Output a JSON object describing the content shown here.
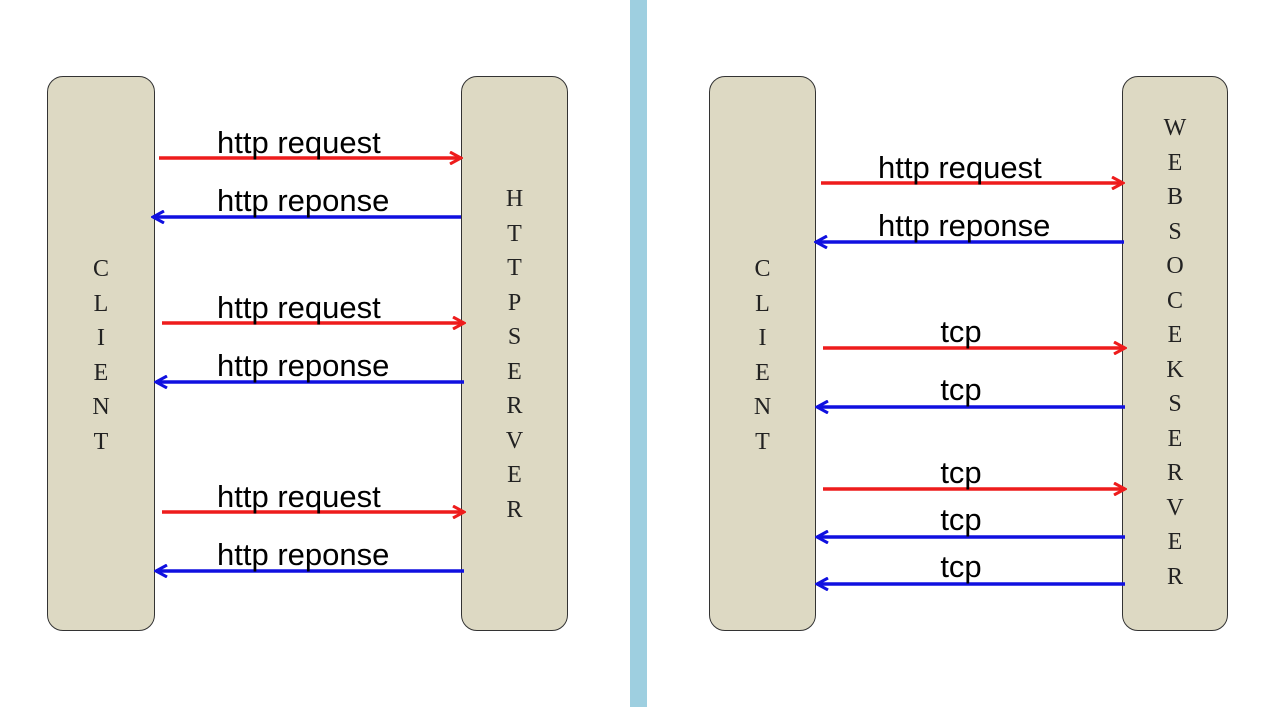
{
  "left": {
    "client_label": "CLIENT",
    "server_label": "HTTPSERVER",
    "messages": [
      {
        "label": "http request",
        "direction": "to-server"
      },
      {
        "label": "http reponse",
        "direction": "to-client"
      },
      {
        "label": "http request",
        "direction": "to-server"
      },
      {
        "label": "http reponse",
        "direction": "to-client"
      },
      {
        "label": "http request",
        "direction": "to-server"
      },
      {
        "label": "http reponse",
        "direction": "to-client"
      }
    ]
  },
  "right": {
    "client_label": "CLIENT",
    "server_label": "WEBSOCEKSERVER",
    "messages": [
      {
        "label": "http request",
        "direction": "to-server"
      },
      {
        "label": "http reponse",
        "direction": "to-client"
      },
      {
        "label": "tcp",
        "direction": "to-server"
      },
      {
        "label": "tcp",
        "direction": "to-client"
      },
      {
        "label": "tcp",
        "direction": "to-server"
      },
      {
        "label": "tcp",
        "direction": "to-client"
      },
      {
        "label": "tcp",
        "direction": "to-client"
      }
    ]
  },
  "colors": {
    "request": "#ee1c1c",
    "response": "#1010e0",
    "node_fill": "#ddd9c3",
    "divider": "#9ecfe0"
  }
}
